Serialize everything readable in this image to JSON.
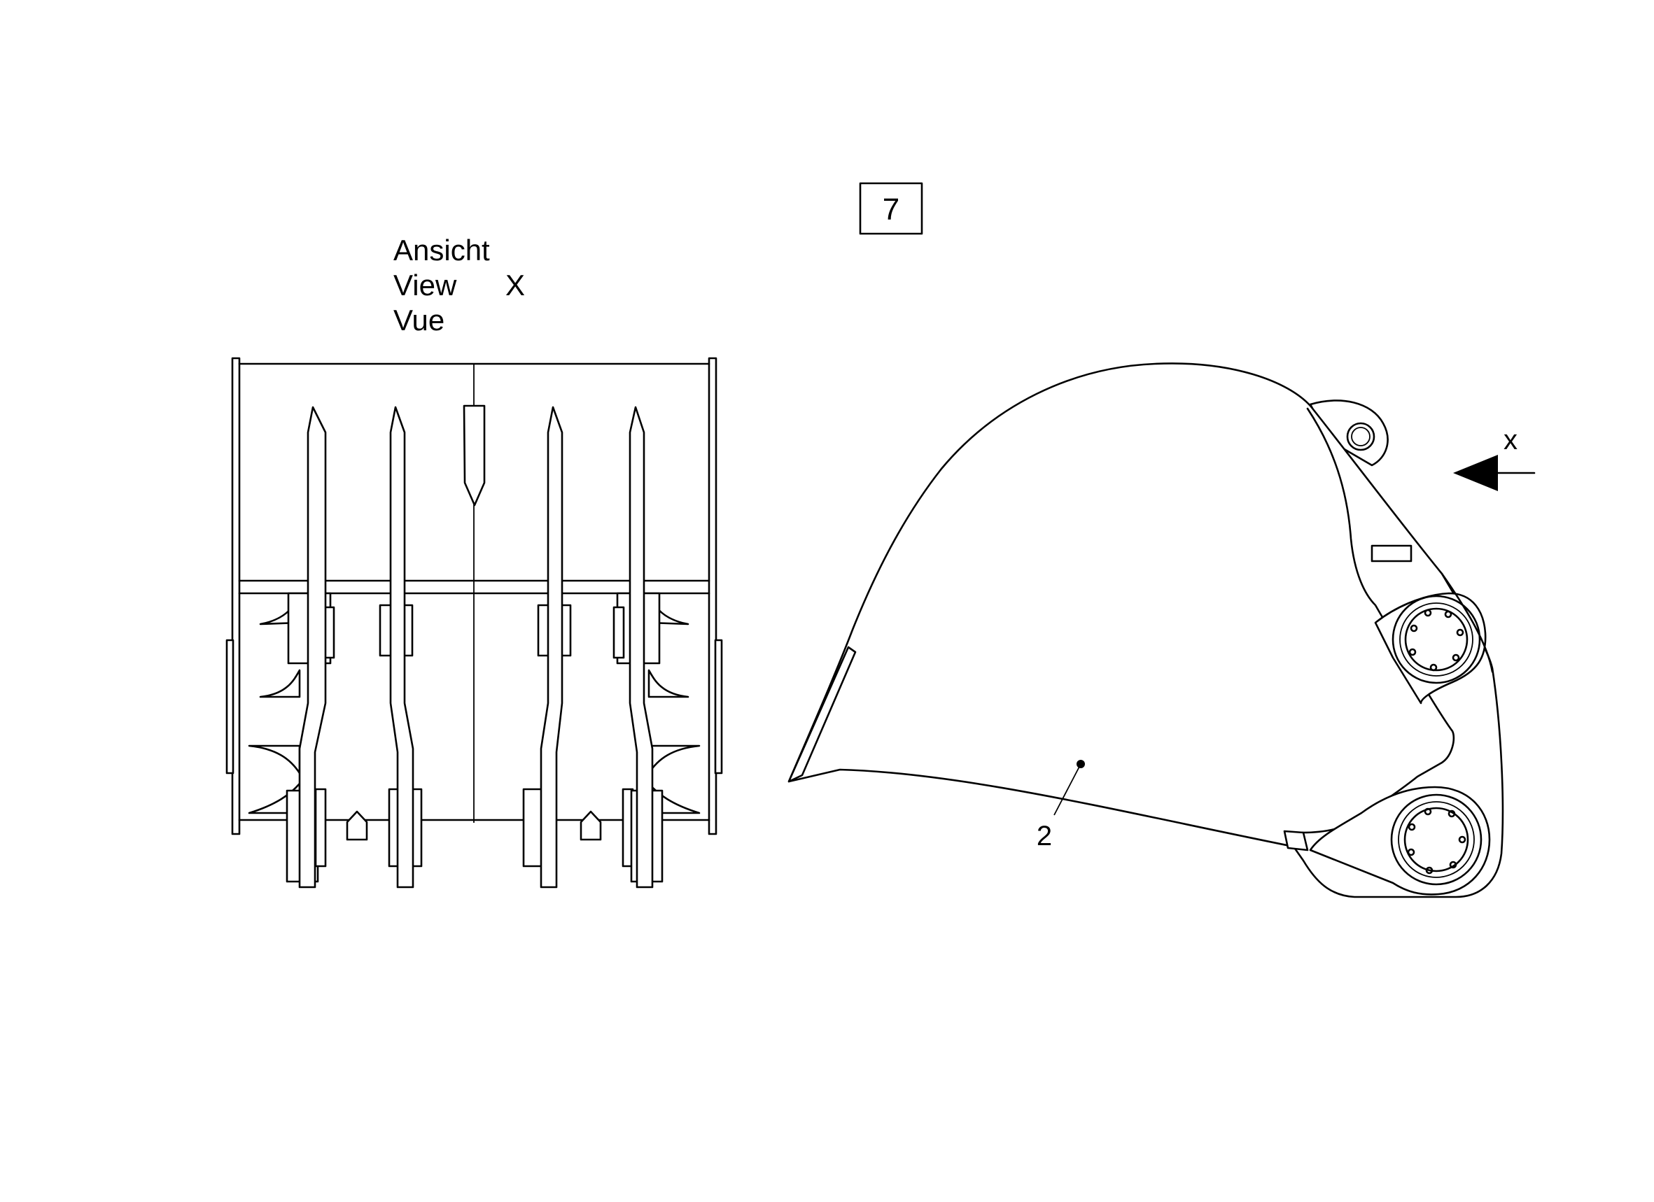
{
  "page_number": "7",
  "view_label": {
    "line1": "Ansicht",
    "line2": "View",
    "line3": "Vue",
    "letter": "X"
  },
  "callouts": {
    "part_2": "2"
  },
  "direction": {
    "letter": "x"
  },
  "colors": {
    "line": "#000000",
    "background": "#ffffff"
  }
}
